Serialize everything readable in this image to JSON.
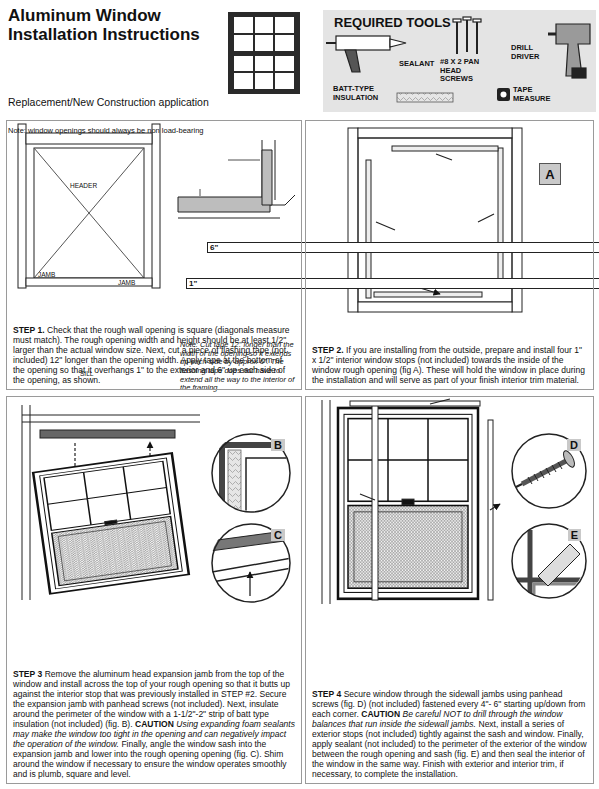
{
  "diagram": {
    "title": "Aluminum Window Installation Instructions",
    "nodes": [
      {
        "text": [
          "REQUIRED TOOLS",
          "SEALANT",
          "#8 X 2 PAN HEAD SCREWS",
          "DRILL DRIVER",
          "BATT-TYPE INSULATION",
          "TAPE MEASURE"
        ]
      },
      {
        "text": [
          "STEP 1.",
          "Check that the rough wall opening is square (diagonals measure must match). The rough opening width and height should be at least 1/2\" larger than the actual window size. Next, cut a piece of flashing tape (not included) 12\" longer than the opening width. Apply tape at the bottom of the opening so that it overhangs 1\" to the exterior and 6\" up each side of the opening, as shown."
        ]
      },
      {
        "text": [
          "STEP 2.",
          "If you are installing from the outside, prepare and install four 1\" x 1/2\" interior window stops (not included) towards the inside of the window rough opening (fig A). These will hold the window in place during the installation and will serve as part of your finish interior trim material."
        ]
      },
      {
        "text": [
          "A"
        ],
        "in": 2
      },
      {
        "text": [
          "STEP 3",
          "Remove the aluminum head expansion jamb from the top of the window and install across the top of your rough opening so that it butts up against the interior stop that was previously installed in STEP #2. Secure the expansion jamb with panhead screws (not included). Next, insulate around the perimeter of the window with a 1-1/2\"-2\" strip of batt type insulation (not included) (fig. B).",
          "CAUTION",
          "Using expanding foam sealants may make the window too tight in the opening and can negatively impact the operation of the window.",
          "Finally, angle the window sash into the expansion jamb and lower into the rough opening opening (fig. C). Shim around the window if necessary to ensure the window operates smoothly and is plumb, square and level."
        ]
      },
      {
        "text": [
          "B"
        ],
        "in": 4
      },
      {
        "text": [
          "C"
        ],
        "in": 4
      },
      {
        "text": [
          "STEP 4",
          "Secure window through the sidewall jambs using panhead screws (fig. D) (not included) fastened every 4\"- 6\" starting up/down from each corner.",
          "CAUTION",
          "Be careful NOT to drill through the window balances that run inside the sidewall jambs.",
          "Next, install a series of exterior stops (not included) tightly against the sash and window. Finally, apply sealant (not included) to the perimeter of the exterior of the window between the rough opening and sash (fig. E) and then seal the interior of the window in the same way. Finish with exterior and interior trim, if necessary, to complete the installation."
        ]
      },
      {
        "text": [
          "D"
        ],
        "in": 7
      },
      {
        "text": [
          "E"
        ],
        "in": 7
      }
    ],
    "labels": [
      "Replacement/New Construction application",
      "Note: window openings should always be non load-bearing",
      "HEADER",
      "JAMB",
      "JAMB",
      "SILL",
      "6\"",
      "1\"",
      "Note: Cut tape 12\" longer than the width of the opening so it extends up each side by approx 6\". The flashing tape does not have to extend all the way to the interior of the framing."
    ]
  }
}
